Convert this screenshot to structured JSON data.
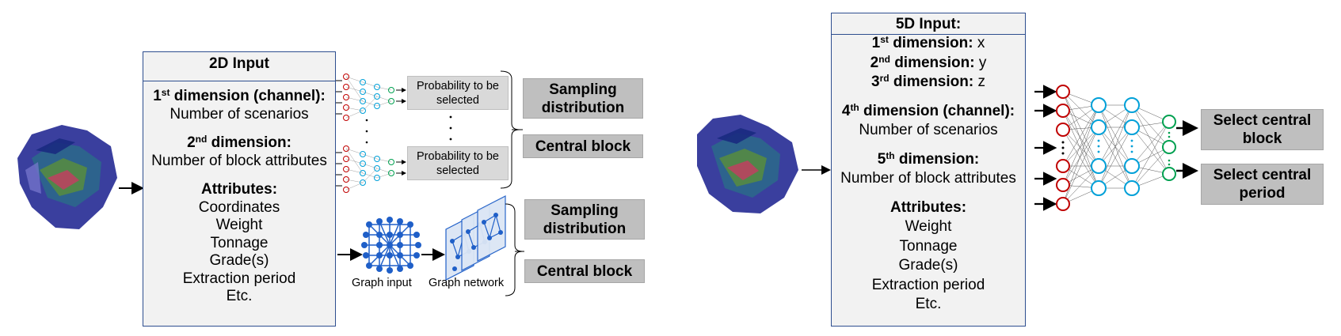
{
  "left_panel": {
    "title": "2D Input",
    "dim1": {
      "ordinal": "1",
      "suffix": "st",
      "label": " dimension (channel):",
      "value": "Number of scenarios"
    },
    "dim2": {
      "ordinal": "2",
      "suffix": "nd",
      "label": " dimension:",
      "value": "Number of block attributes"
    },
    "attributes_title": "Attributes:",
    "attributes": [
      "Coordinates",
      "Weight",
      "Tonnage",
      "Grade(s)",
      "Extraction period",
      "Etc."
    ]
  },
  "middle": {
    "probability_label": "Probability to be selected",
    "graph_input_caption": "Graph input",
    "graph_network_caption": "Graph network",
    "outputs_top": [
      "Sampling distribution",
      "Central block"
    ],
    "outputs_bottom": [
      "Sampling distribution",
      "Central block"
    ]
  },
  "right_panel": {
    "title": "5D Input:",
    "dims_xyz": [
      {
        "ordinal": "1",
        "suffix": "st",
        "label": " dimension:",
        "value": " x"
      },
      {
        "ordinal": "2",
        "suffix": "nd",
        "label": " dimension:",
        "value": " y"
      },
      {
        "ordinal": "3",
        "suffix": "rd",
        "label": " dimension:",
        "value": " z"
      }
    ],
    "dim4": {
      "ordinal": "4",
      "suffix": "th",
      "label": " dimension (channel):",
      "value": "Number of scenarios"
    },
    "dim5": {
      "ordinal": "5",
      "suffix": "th",
      "label": " dimension:",
      "value": "Number of block attributes"
    },
    "attributes_title": "Attributes:",
    "attributes": [
      "Weight",
      "Tonnage",
      "Grade(s)",
      "Extraction period",
      "Etc."
    ]
  },
  "outputs_right": [
    "Select central block",
    "Select central period"
  ],
  "colors": {
    "box_border": "#2e4e8f",
    "box_fill": "#f2f2f2",
    "input_layer": "#c00000",
    "hidden_layer": "#00a0d8",
    "output_layer": "#00a050",
    "graph_node": "#1f5fc8"
  }
}
